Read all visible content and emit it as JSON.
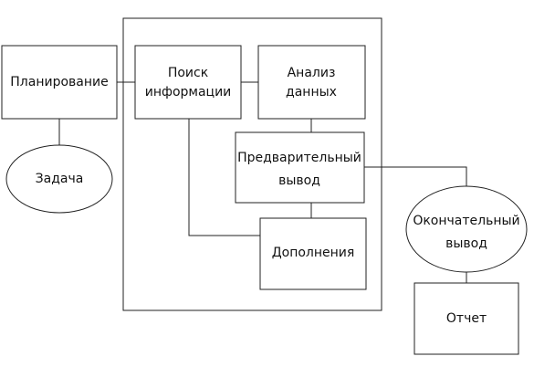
{
  "diagram": {
    "nodes": {
      "planning": "Планирование",
      "task": "Задача",
      "search_line1": "Поиск",
      "search_line2": "информации",
      "analysis_line1": "Анализ",
      "analysis_line2": "данных",
      "preliminary_line1": "Предварительный",
      "preliminary_line2": "вывод",
      "additions": "Дополнения",
      "final_line1": "Окончательный",
      "final_line2": "вывод",
      "report": "Отчет"
    }
  }
}
